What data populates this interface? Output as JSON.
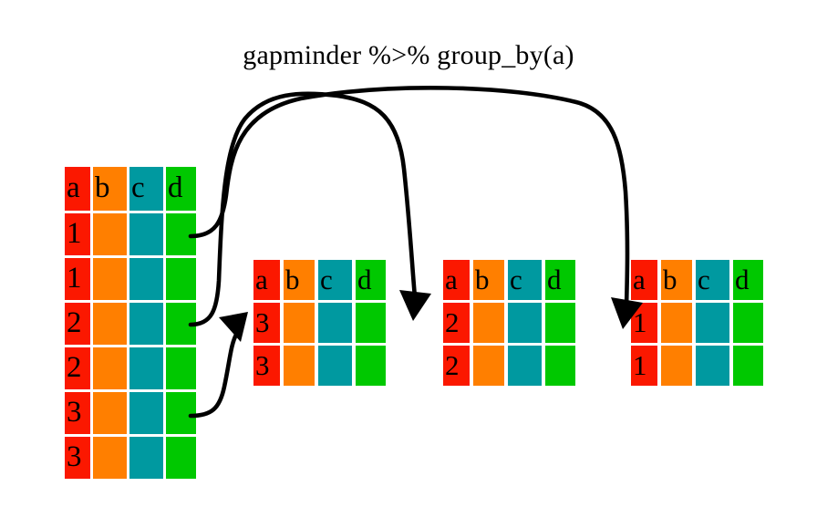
{
  "title": "gapminder %>% group_by(a)",
  "colors": {
    "column_a": "#fb1800",
    "column_b": "#ff7f00",
    "column_c": "#0099a0",
    "column_d": "#00c800",
    "arrow": "#000000",
    "background": "#ffffff"
  },
  "main_table": {
    "name": "gapminder",
    "columns": [
      "a",
      "b",
      "c",
      "d"
    ],
    "rows": [
      {
        "a": "1",
        "b": "",
        "c": "",
        "d": ""
      },
      {
        "a": "1",
        "b": "",
        "c": "",
        "d": ""
      },
      {
        "a": "2",
        "b": "",
        "c": "",
        "d": ""
      },
      {
        "a": "2",
        "b": "",
        "c": "",
        "d": ""
      },
      {
        "a": "3",
        "b": "",
        "c": "",
        "d": ""
      },
      {
        "a": "3",
        "b": "",
        "c": "",
        "d": ""
      }
    ]
  },
  "groups": [
    {
      "key": "3",
      "columns": [
        "a",
        "b",
        "c",
        "d"
      ],
      "rows": [
        {
          "a": "3",
          "b": "",
          "c": "",
          "d": ""
        },
        {
          "a": "3",
          "b": "",
          "c": "",
          "d": ""
        }
      ]
    },
    {
      "key": "2",
      "columns": [
        "a",
        "b",
        "c",
        "d"
      ],
      "rows": [
        {
          "a": "2",
          "b": "",
          "c": "",
          "d": ""
        },
        {
          "a": "2",
          "b": "",
          "c": "",
          "d": ""
        }
      ]
    },
    {
      "key": "1",
      "columns": [
        "a",
        "b",
        "c",
        "d"
      ],
      "rows": [
        {
          "a": "1",
          "b": "",
          "c": "",
          "d": ""
        },
        {
          "a": "1",
          "b": "",
          "c": "",
          "d": ""
        }
      ]
    }
  ],
  "arrows": [
    {
      "label": "group-1-to-third-table",
      "from_row": "1",
      "to_group": "1"
    },
    {
      "label": "group-2-to-second-table",
      "from_row": "2",
      "to_group": "2"
    },
    {
      "label": "group-3-to-first-table",
      "from_row": "3",
      "to_group": "3"
    }
  ]
}
